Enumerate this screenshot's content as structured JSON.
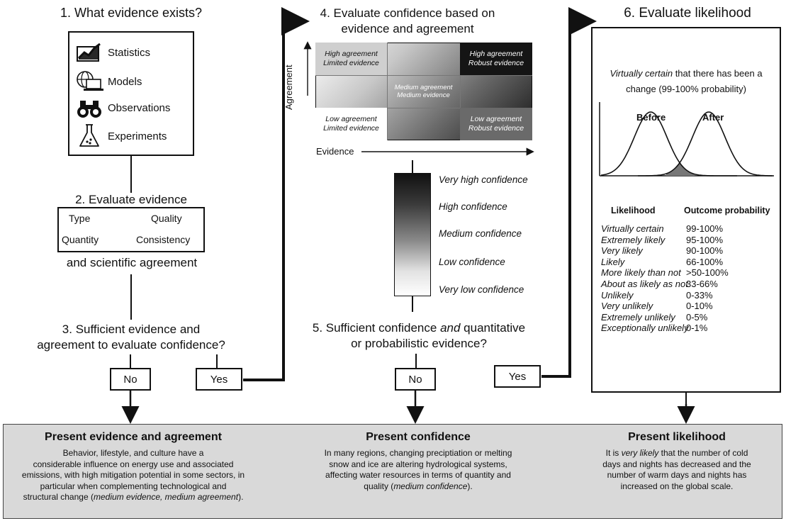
{
  "step1": {
    "title": "1. What evidence exists?",
    "items": [
      "Statistics",
      "Models",
      "Observations",
      "Experiments"
    ]
  },
  "step2": {
    "title": "2. Evaluate evidence",
    "type": "Type",
    "quality": "Quality",
    "quantity": "Quantity",
    "consistency": "Consistency",
    "footer": "and scientific agreement"
  },
  "step3": {
    "line1": "3. Sufficient evidence and",
    "line2": "agreement to evaluate confidence?",
    "no": "No",
    "yes": "Yes"
  },
  "step4": {
    "line1": "4. Evaluate confidence based on",
    "line2": "evidence and agreement",
    "agreement_axis": "Agreement",
    "evidence_axis": "Evidence",
    "cells": {
      "tl1": "High agreement",
      "tl2": "Limited evidence",
      "tr1": "High agreement",
      "tr2": "Robust evidence",
      "mm1": "Medium agreement",
      "mm2": "Medium evidence",
      "bl1": "Low agreement",
      "bl2": "Limited evidence",
      "br1": "Low agreement",
      "br2": "Robust evidence"
    },
    "confidence_levels": [
      "Very high confidence",
      "High confidence",
      "Medium confidence",
      "Low confidence",
      "Very low confidence"
    ]
  },
  "step5": {
    "line1_pre": "5. Sufficient confidence ",
    "line1_em": "and",
    "line1_post": " quantitative",
    "line2": "or probabilistic evidence?",
    "no": "No",
    "yes": "Yes"
  },
  "step6": {
    "title": "6. Evaluate likelihood",
    "statement_em": "Virtually certain",
    "statement_rest": " that there has been a",
    "statement_line2": "change (99-100% probability)",
    "before": "Before",
    "after": "After",
    "col_likelihood": "Likelihood",
    "col_outcome": "Outcome probability",
    "rows": [
      {
        "term": "Virtually certain",
        "prob": "99-100%"
      },
      {
        "term": "Extremely likely",
        "prob": "95-100%"
      },
      {
        "term": "Very likely",
        "prob": "90-100%"
      },
      {
        "term": "Likely",
        "prob": "66-100%"
      },
      {
        "term": "More likely than not",
        "prob": ">50-100%"
      },
      {
        "term": "About as likely as not",
        "prob": "33-66%"
      },
      {
        "term": "Unlikely",
        "prob": "0-33%"
      },
      {
        "term": "Very unlikely",
        "prob": "0-10%"
      },
      {
        "term": "Extremely unlikely",
        "prob": "0-5%"
      },
      {
        "term": "Exceptionally unlikely",
        "prob": "0-1%"
      }
    ]
  },
  "present": {
    "evidence": {
      "title": "Present evidence and agreement",
      "l1": "Behavior, lifestyle, and culture have a",
      "l2": "considerable influence on energy use and associated",
      "l3": "emissions, with high mitigation potential in some sectors, in",
      "l4": "particular when complementing technological and",
      "l5_pre": "structural change (",
      "l5_em": "medium evidence, medium agreement",
      "l5_post": ")."
    },
    "confidence": {
      "title": "Present confidence",
      "l1": "In many regions, changing preciptiation or melting",
      "l2": "snow and ice are altering hydrological systems,",
      "l3": "affecting water resources in terms of quantity and",
      "l4_pre": "quality (",
      "l4_em": "medium confidence",
      "l4_post": ")."
    },
    "likelihood": {
      "title": "Present likelihood",
      "l1_pre": "It is ",
      "l1_em": "very likely",
      "l1_post": " that the number of cold",
      "l2": "days and nights has decreased and the",
      "l3": "number of warm days and nights has",
      "l4": "increased on the global scale."
    }
  },
  "colors": {
    "line": "#111111",
    "panel": "#d9d9d9"
  }
}
